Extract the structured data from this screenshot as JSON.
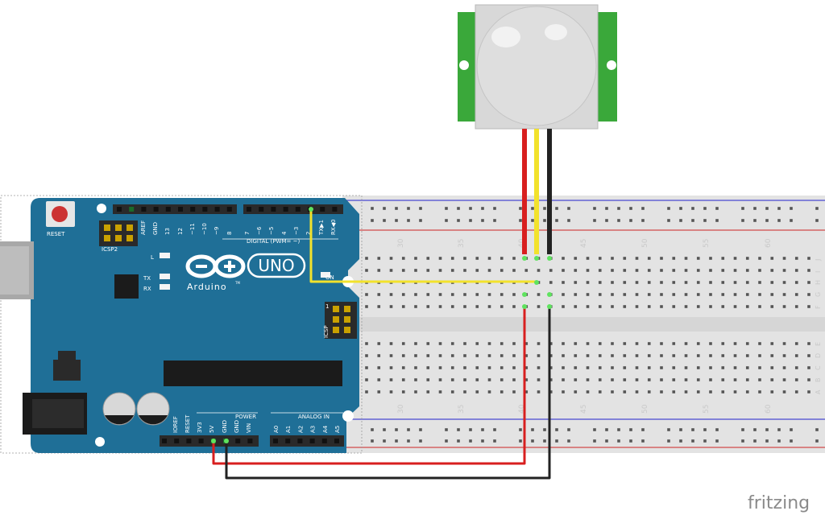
{
  "arduino": {
    "brand": "Arduino",
    "model": "UNO",
    "reset_label": "RESET",
    "icsp2_label": "ICSP2",
    "icsp_label": "ICSP",
    "icsp_pin1_label": "1",
    "digital_label": "DIGITAL (PWM= ~)",
    "power_label": "POWER",
    "analog_label": "ANALOG IN",
    "led_l_label": "L",
    "led_tx_label": "TX",
    "led_rx_label": "RX",
    "led_on_label": "ON",
    "tm_mark": "TM",
    "digital_pins": [
      "AREF",
      "GND",
      "13",
      "12",
      "~11",
      "~10",
      "~9",
      "8",
      "7",
      "~6",
      "~5",
      "4",
      "~3",
      "2",
      "TX▶1",
      "RX◀0"
    ],
    "power_pins": [
      "IOREF",
      "RESET",
      "3V3",
      "5V",
      "GND",
      "GND",
      "VIN"
    ],
    "analog_pins": [
      "A0",
      "A1",
      "A2",
      "A3",
      "A4",
      "A5"
    ]
  },
  "breadboard": {
    "column_numbers": [
      "30",
      "35",
      "40",
      "45",
      "50",
      "55",
      "60"
    ],
    "row_letters_top": [
      "J",
      "I",
      "H",
      "G",
      "F"
    ],
    "row_letters_bottom": [
      "E",
      "D",
      "C",
      "B",
      "A"
    ]
  },
  "pir_sensor": {
    "name": "PIR motion sensor"
  },
  "wires": [
    {
      "name": "signal",
      "color": "#f2e22c"
    },
    {
      "name": "power-5v",
      "color": "#d81f1f"
    },
    {
      "name": "ground",
      "color": "#222222"
    }
  ],
  "colors": {
    "board": "#1f6f97",
    "breadboard": "#e2e2e2",
    "rail_red": "#d24a4a",
    "rail_blue": "#4a4ad2",
    "pir_pcb": "#3aa83a"
  },
  "watermark": "fritzing"
}
